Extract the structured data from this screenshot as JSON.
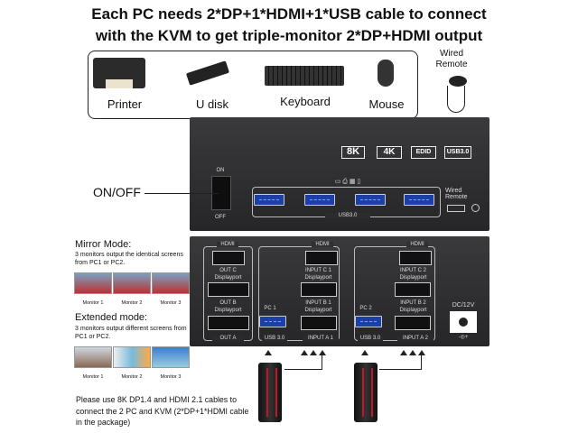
{
  "title": {
    "line1": "Each PC needs 2*DP+1*HDMI+1*USB cable to connect",
    "line2": "with the KVM to get triple-monitor 2*DP+HDMI output"
  },
  "accessories": [
    {
      "label": "Printer",
      "icon": "printer-icon"
    },
    {
      "label": "U disk",
      "icon": "usb-drive-icon"
    },
    {
      "label": "Keyboard",
      "icon": "keyboard-icon"
    },
    {
      "label": "Mouse",
      "icon": "mouse-icon"
    }
  ],
  "wired_remote_label": "Wired Remote",
  "front": {
    "badges": [
      "8K",
      "4K",
      "EDID",
      "USB3.0"
    ],
    "switch_on": "ON",
    "switch_off": "OFF",
    "onoff_label": "ON/OFF",
    "usb_label": "USB3.0",
    "remote_port_label": "Wired Remote"
  },
  "rear": {
    "out": {
      "hdmi": "HDMI",
      "out_c": "OUT C",
      "dp1": "Displayport",
      "out_b": "OUT B",
      "dp2": "Displayport",
      "out_a": "OUT A"
    },
    "pc1": {
      "pc": "PC 1",
      "usb": "USB 3.0",
      "hdmi": "HDMI",
      "c": "INPUT C 1",
      "dp1": "Displayport",
      "b": "INPUT B 1",
      "dp2": "Displayport",
      "a": "INPUT A 1"
    },
    "pc2": {
      "pc": "PC 2",
      "usb": "USB 3.0",
      "hdmi": "HDMI",
      "c": "INPUT C 2",
      "dp1": "Displayport",
      "b": "INPUT B 2",
      "dp2": "Displayport",
      "a": "INPUT A 2"
    },
    "dc": "DC/12V"
  },
  "mirror": {
    "heading": "Mirror Mode:",
    "desc": "3 monitors output the identical screens from PC1 or PC2.",
    "monitors": [
      "Monitor 1",
      "Monitor 2",
      "Monitor 3"
    ]
  },
  "extended": {
    "heading": "Extended mode:",
    "desc": "3 monitors output different screens from PC1 or PC2.",
    "monitors": [
      "Monitor 1",
      "Monitor 2",
      "Monitor 3"
    ]
  },
  "note": "Please use 8K DP1.4 and HDMI 2.1 cables to connect the 2 PC and KVM (2*DP+1*HDMI cable in the package)"
}
